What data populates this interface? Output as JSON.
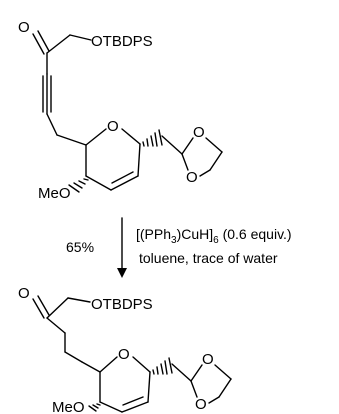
{
  "reactant": {
    "ketone_oxygen": "O",
    "protecting_group": "OTBDPS",
    "ring_oxygen": "O",
    "methoxy": "MeO",
    "dioxolane_oxygen_top": "O",
    "dioxolane_oxygen_bottom": "O"
  },
  "conditions": {
    "yield": "65%",
    "reagent_line": {
      "prefix": "[(PPh",
      "sub1": "3",
      "middle": ")CuH]",
      "sub2": "6",
      "suffix": " (0.6 equiv.)"
    },
    "solvent_line": "toluene, trace of water"
  },
  "product": {
    "ketone_oxygen": "O",
    "protecting_group": "OTBDPS",
    "ring_oxygen": "O",
    "methoxy": "MeO",
    "dioxolane_oxygen_top": "O",
    "dioxolane_oxygen_bottom": "O"
  }
}
